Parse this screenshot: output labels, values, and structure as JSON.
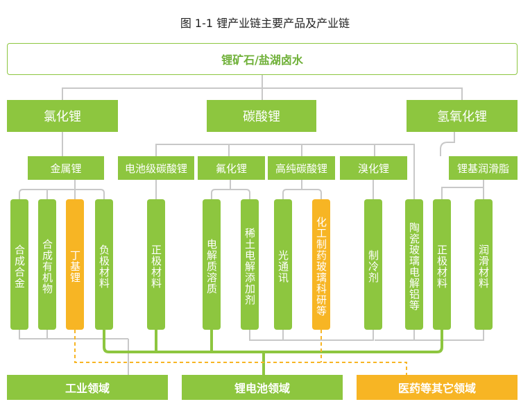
{
  "title": "图 1-1 锂产业链主要产品及产业链",
  "source": "锂矿石/盐湖卤水",
  "level1": [
    "氯化锂",
    "碳酸锂",
    "氢氧化锂"
  ],
  "level2": [
    "金属锂",
    "电池级碳酸锂",
    "氟化锂",
    "高纯碳酸锂",
    "溴化锂",
    "锂基润滑脂"
  ],
  "products": [
    "合成合金",
    "合成有机物",
    "丁基锂",
    "负极材料",
    "正极材料",
    "电解质溶质",
    "稀土电解添加剂",
    "光通讯",
    "化工制药玻璃科研等",
    "制冷剂",
    "陶瓷玻璃电解铝等",
    "正极材料",
    "润滑材料"
  ],
  "fields": [
    "工业领域",
    "锂电池领域",
    "医药等其它领域"
  ],
  "colors": {
    "green": "#8dc63f",
    "yellow": "#f7b524",
    "line_grey": "#c8c8c8",
    "line_green": "#8dc63f"
  }
}
